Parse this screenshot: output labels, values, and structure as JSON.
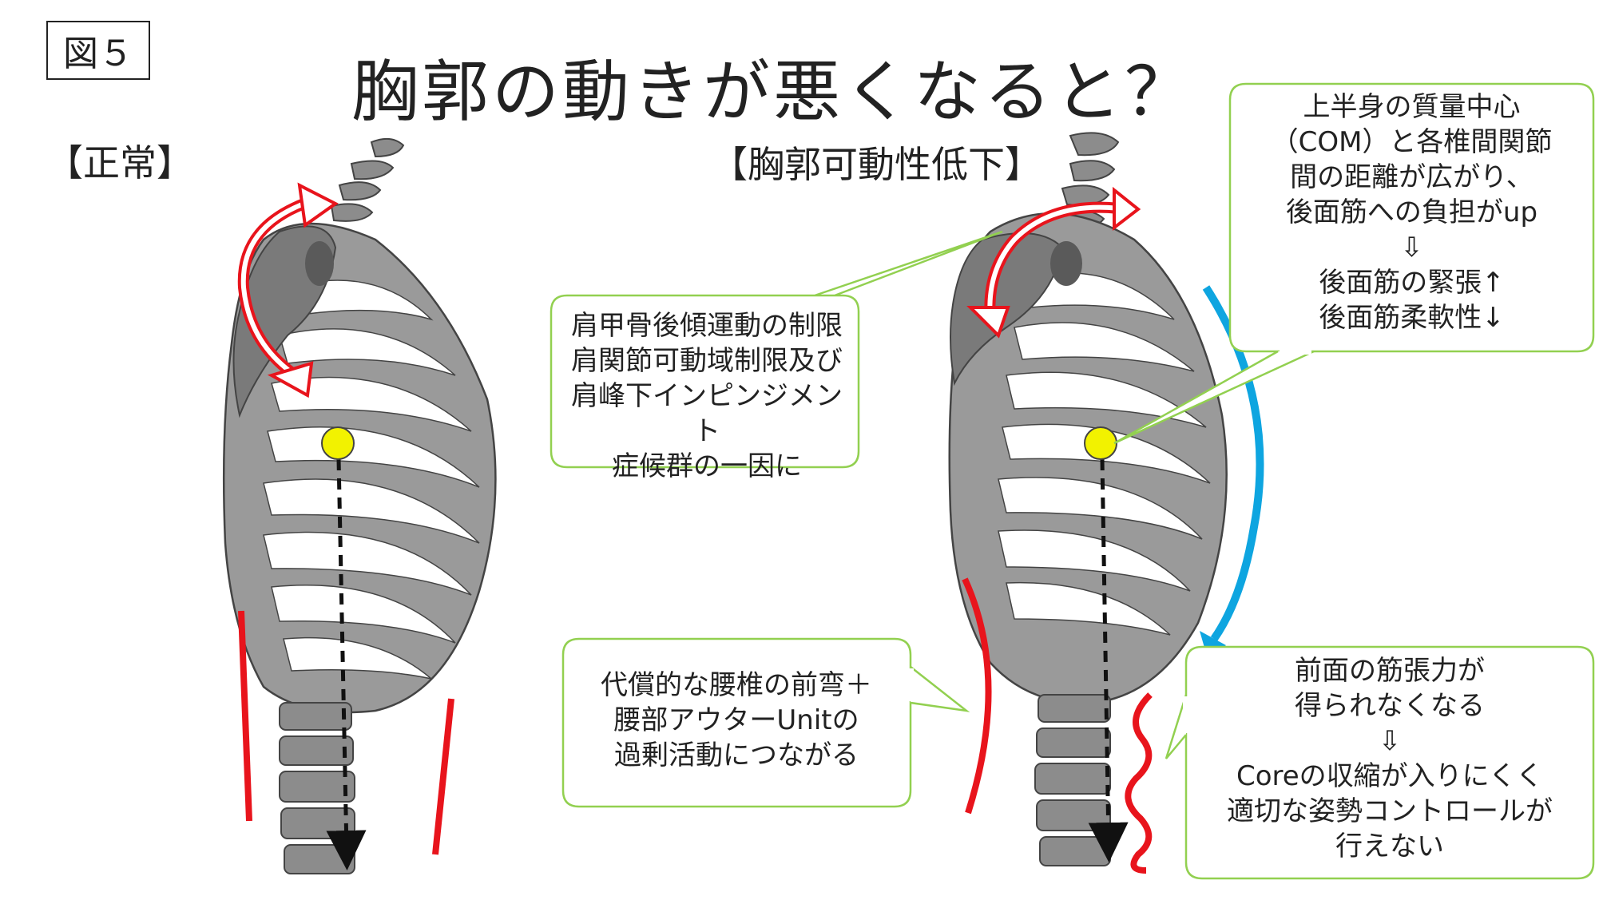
{
  "figure_label": "図５",
  "title": "胸郭の動きが悪くなると？",
  "labels": {
    "normal": "【正常】",
    "restricted": "【胸郭可動性低下】"
  },
  "callouts": {
    "scapula": [
      "肩甲骨後傾運動の制限",
      "肩関節可動域制限及び",
      "肩峰下インピンジメント",
      "症候群の一因に"
    ],
    "com": [
      "上半身の質量中心",
      "（COM）と各椎間関節",
      "間の距離が広がり、",
      "後面筋への負担がup",
      "⇩",
      "後面筋の緊張↑",
      "後面筋柔軟性↓"
    ],
    "lumbar": [
      "代償的な腰椎の前弯＋",
      "腰部アウターUnitの",
      "過剰活動につながる"
    ],
    "core": [
      "前面の筋張力が",
      "得られなくなる",
      "⇩",
      "Coreの収縮が入りにくく",
      "適切な姿勢コントロールが",
      "行えない"
    ]
  },
  "colors": {
    "bone": "#8c8c8c",
    "bone_outline": "#444444",
    "arrow_red": "#e8141c",
    "com_yellow": "#f2f200",
    "callout_border": "#92d050",
    "muscle_blue": "#0ea5e0"
  }
}
